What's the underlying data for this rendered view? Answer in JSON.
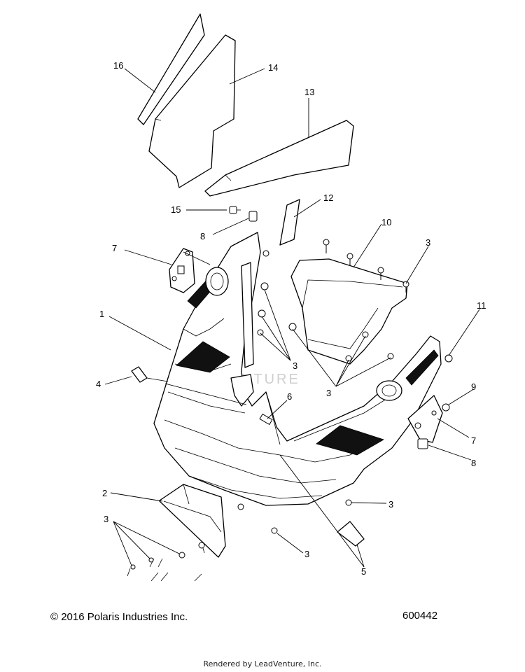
{
  "callouts": {
    "c16": "16",
    "c14": "14",
    "c13": "13",
    "c15": "15",
    "c12": "12",
    "c8a": "8",
    "c10": "10",
    "c3a": "3",
    "c7a": "7",
    "c11": "11",
    "c1": "1",
    "c3b": "3",
    "c4": "4",
    "c3c": "3",
    "c6": "6",
    "c9": "9",
    "c7b": "7",
    "c8b": "8",
    "c2": "2",
    "c3d": "3",
    "c3e": "3",
    "c3f": "3",
    "c5": "5"
  },
  "watermark": "LEADVENTURE",
  "footer": {
    "copyright": "© 2016 Polaris Industries Inc.",
    "diagram_number": "600442",
    "rendered_by": "Rendered by LeadVenture, Inc."
  }
}
